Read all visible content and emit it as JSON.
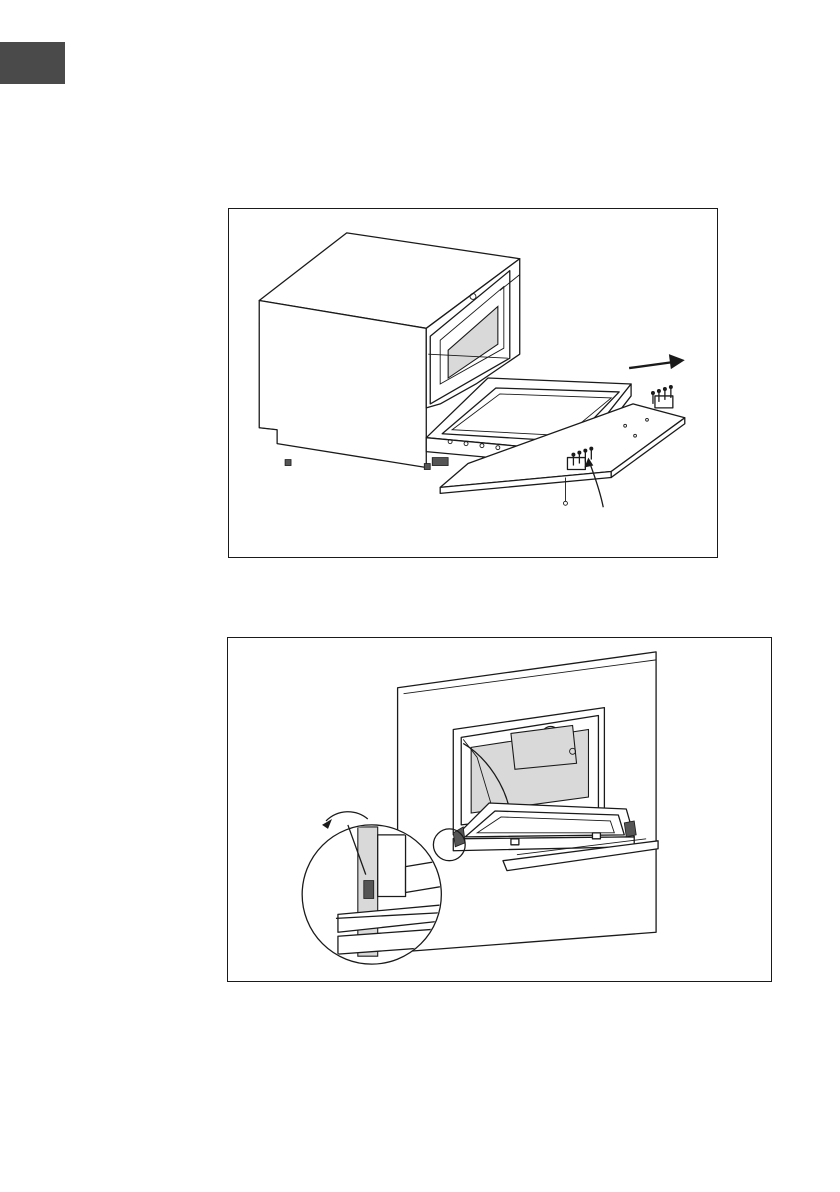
{
  "page": {
    "tab_color": "#4a4a4a",
    "border_color": "#1a1a1a"
  },
  "figures": [
    {
      "id": "fig1",
      "icons": [
        "dishwasher-unit",
        "open-door",
        "decor-panel",
        "screws",
        "pull-arrow",
        "callout-line"
      ]
    },
    {
      "id": "fig2",
      "icons": [
        "cabinet-panel",
        "installed-dishwasher",
        "open-door",
        "magnified-detail",
        "rotate-arrow"
      ]
    }
  ]
}
